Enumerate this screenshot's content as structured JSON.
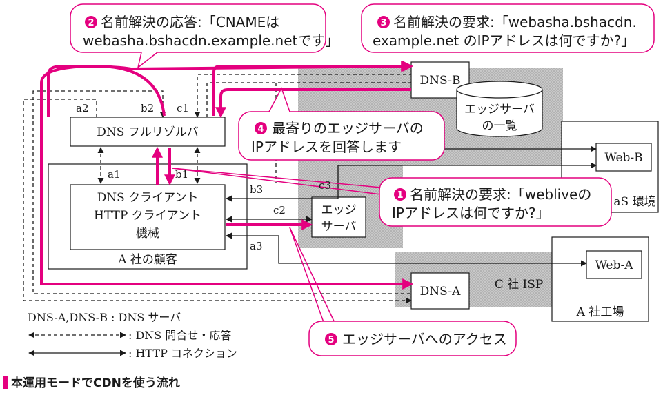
{
  "colors": {
    "accent": "#e4007f",
    "shade": "#bdbdbd",
    "line": "#1a1a1a"
  },
  "callouts": {
    "c2": {
      "num": "2",
      "line1": "名前解決の応答:「CNAMEは",
      "line2": "webasha.bshacdn.example.netです」"
    },
    "c3": {
      "num": "3",
      "line1": "名前解決の要求:「webasha.bshacdn.",
      "line2": "example.net のIPアドレスは何ですか?」"
    },
    "c4": {
      "num": "4",
      "line1": "最寄りのエッジサーバの",
      "line2": "IPアドレスを回答します"
    },
    "c1": {
      "num": "1",
      "line1": "名前解決の要求:「webliveの",
      "line2": "IPアドレスは何ですか?」"
    },
    "c5": {
      "num": "5",
      "line1": "エッジサーバへのアクセス"
    }
  },
  "nodes": {
    "dns_resolver": "DNS フルリゾルバ",
    "client_line1": "DNS クライアント",
    "client_line2": "HTTP クライアント",
    "client_line3": "機械",
    "customer_area": "A 社の顧客",
    "dns_b": "DNS-B",
    "edge_list_line1": "エッジサーバ",
    "edge_list_line2": "の一覧",
    "web_b": "Web-B",
    "paas_env": "aS 環境",
    "edge_server_line1": "エッジ",
    "edge_server_line2": "サーバ",
    "dns_a": "DNS-A",
    "c_isp": "C 社 ISP",
    "web_a": "Web-A",
    "factory": "A 社工場",
    "partial_label": "c3"
  },
  "links": {
    "a2": "a2",
    "b2": "b2",
    "c1": "c1",
    "a1": "a1",
    "b1": "b1",
    "b3": "b3",
    "c2": "c2",
    "a3": "a3"
  },
  "legend": {
    "servers": "DNS-A,DNS-B : DNS サーバ",
    "dns_query": ": DNS 問合せ・応答",
    "http_conn": ": HTTP コネクション"
  },
  "caption": "本運用モードでCDNを使う流れ"
}
